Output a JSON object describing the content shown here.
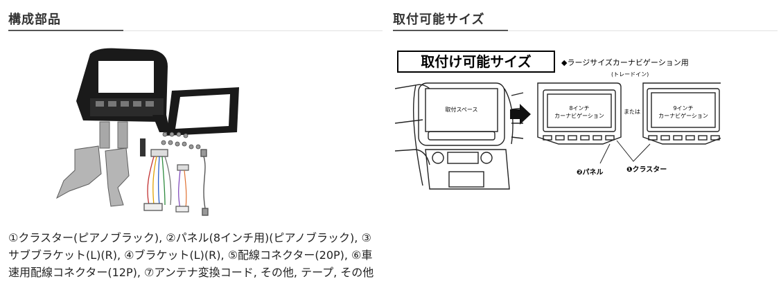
{
  "left_section": {
    "heading": "構成部品",
    "caption_lines": [
      "①クラスター(ピアノブラック), ②パネル(8インチ用)(ピアノブラック), ③",
      "サブブラケット(L)(R), ④ブラケット(L)(R), ⑤配線コネクター(20P), ⑥車",
      "速用配線コネクター(12P), ⑦アンテナ変換コード, その他, テープ, その他"
    ]
  },
  "right_section": {
    "heading": "取付可能サイズ",
    "diagram": {
      "banner": "取付け可能サイズ",
      "note": "◆ラージサイズカーナビゲーション用",
      "sub_note": "(トレードイン)",
      "dash_screen": "取付スペース",
      "nav8_line1": "8インチ",
      "nav8_line2": "カーナビゲーション",
      "or": "または",
      "nav9_line1": "9インチ",
      "nav9_line2": "カーナビゲーション",
      "label_panel": "❷パネル",
      "label_cluster": "❶クラスター"
    }
  }
}
